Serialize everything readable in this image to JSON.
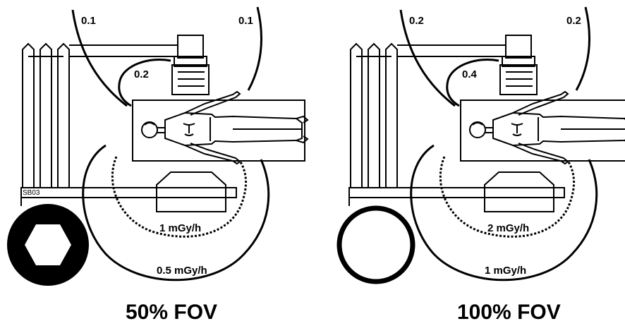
{
  "panels": [
    {
      "fov_label": "50% FOV",
      "dose_labels": [
        "0.1",
        "0.1",
        "0.2",
        "1 mGy/h",
        "0.5 mGy/h"
      ],
      "machine_tag": "SB03",
      "collimator_icon": "hexagon-collimator-icon"
    },
    {
      "fov_label": "100% FOV",
      "dose_labels": [
        "0.2",
        "0.2",
        "0.4",
        "2 mGy/h",
        "1 mGy/h"
      ],
      "machine_tag": "",
      "collimator_icon": "ring-collimator-icon"
    }
  ]
}
